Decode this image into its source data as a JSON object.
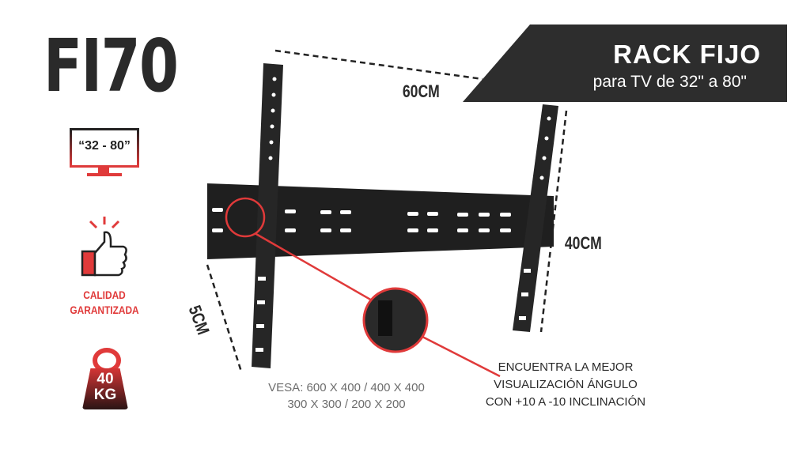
{
  "model": "FI70",
  "banner": {
    "title": "RACK FIJO",
    "subtitle": "para TV de 32\" a 80\""
  },
  "features": {
    "screen_range": "“32 - 80”",
    "quality_line1": "CALIDAD",
    "quality_line2": "GARANTIZADA",
    "weight_value": "40",
    "weight_unit": "KG"
  },
  "dimensions": {
    "width": "60CM",
    "height": "40CM",
    "depth": "5CM"
  },
  "vesa": {
    "line1": "VESA: 600 X 400 / 400 X 400",
    "line2": "300 X 300 / 200 X 200"
  },
  "note": {
    "line1": "ENCUENTRA LA MEJOR",
    "line2": "VISUALIZACIÓN ÁNGULO",
    "line3": "CON +10 A -10 INCLINACIÓN"
  },
  "colors": {
    "accent": "#e03a3a",
    "dark": "#2d2d2d"
  }
}
